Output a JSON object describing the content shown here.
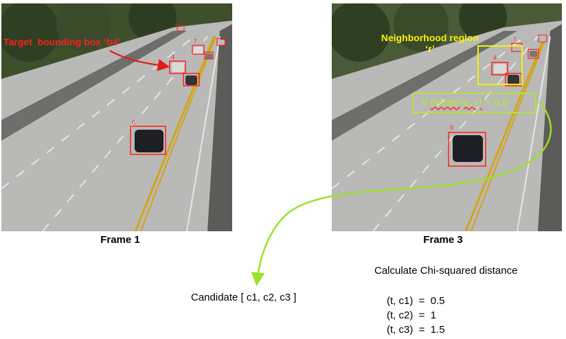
{
  "frame1": {
    "caption": "Frame 1",
    "annotation": "Target  bounding box ‘b4’",
    "boxes": [
      {
        "id": "0",
        "label": "0"
      },
      {
        "id": "4",
        "label": "4"
      },
      {
        "id": "7",
        "label": "7"
      },
      {
        "id": "6",
        "label": "6"
      },
      {
        "id": "2",
        "label": "2"
      }
    ]
  },
  "frame3": {
    "caption": "Frame 3",
    "neighborhood_label_line1": "Neighborhood region",
    "neighborhood_label_line2": "‘r’",
    "condition_prefix": "If ",
    "condition_func": "inRate(b, r)",
    "condition_suffix": " > 0.8",
    "boxes": [
      {
        "id": "0",
        "label": "0"
      },
      {
        "id": "4",
        "label": "4"
      },
      {
        "id": "7",
        "label": "7"
      },
      {
        "id": "2",
        "label": "2"
      }
    ]
  },
  "candidate_text": "Candidate [ c1, c2, c3 ]",
  "calc_title": "Calculate Chi-squared distance",
  "distances": [
    "(t, c1)  =  0.5",
    "(t, c2)  =  1",
    "(t, c3)  =  1.5"
  ],
  "colors": {
    "red": "#ff1f1f",
    "yellow": "#f7f300",
    "green": "#9be02a",
    "road": "#b7b7b7"
  }
}
